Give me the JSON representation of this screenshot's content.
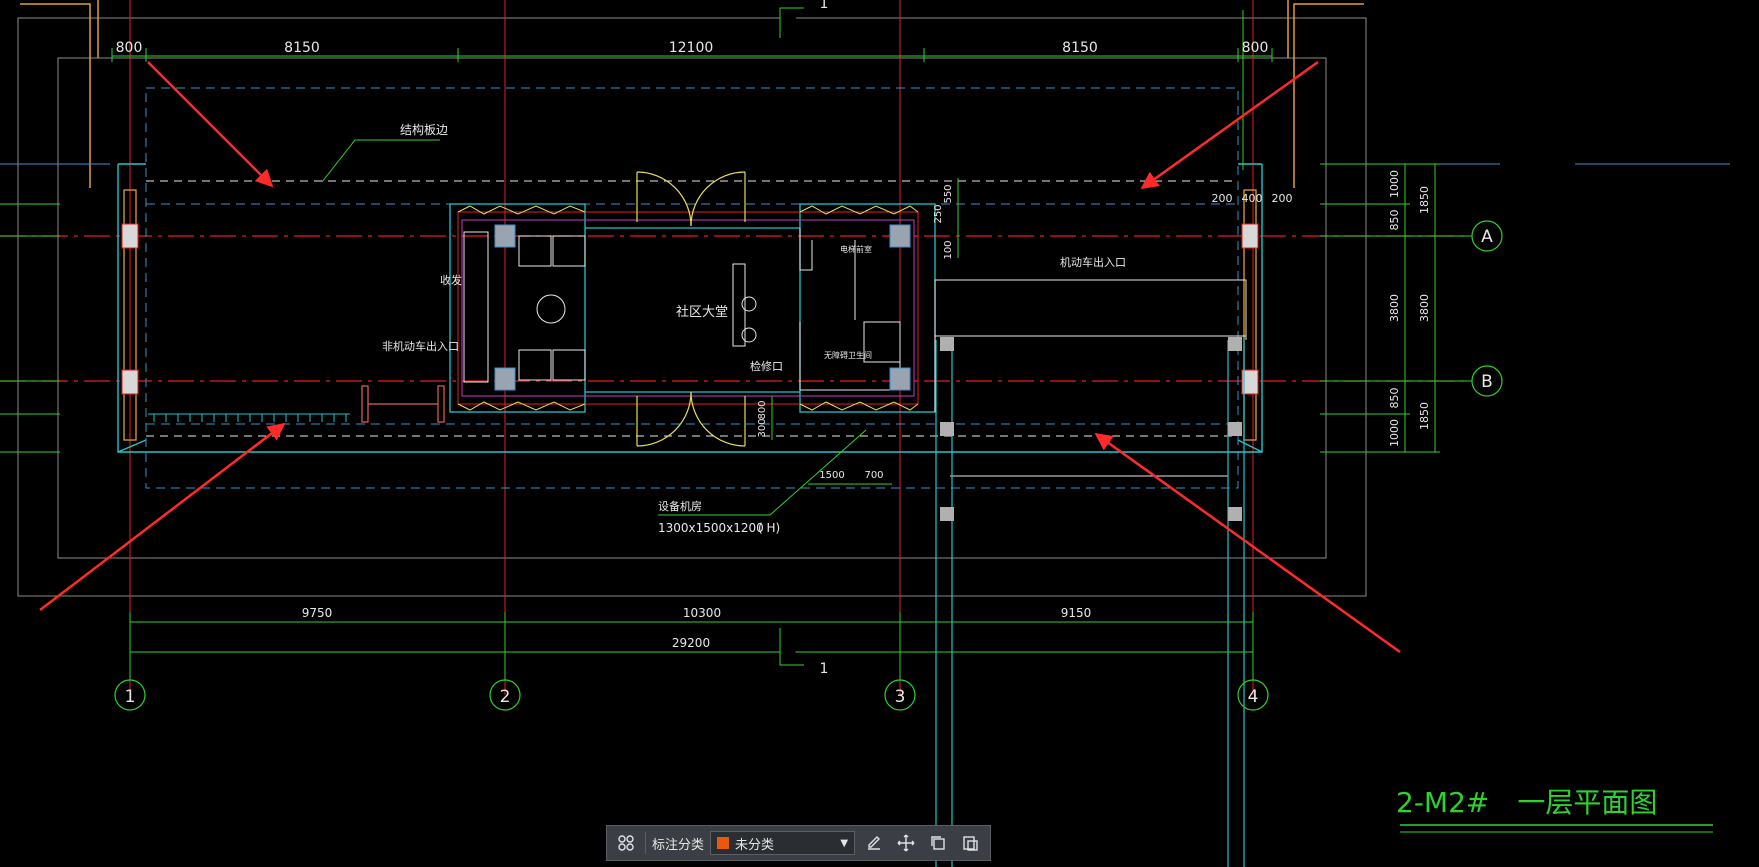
{
  "drawing": {
    "title": "2-M2#　一层平面图",
    "top_dims": [
      "800",
      "8150",
      "12100",
      "8150",
      "800"
    ],
    "bottom_dims": [
      "9750",
      "10300",
      "9150"
    ],
    "total_dim": "29200",
    "marker_top": "1",
    "marker_bottom": "1",
    "right_dims_outer": [
      "1000",
      "850",
      "3800",
      "850",
      "1000"
    ],
    "right_dims_inner": [
      "1850",
      "3800",
      "1850"
    ],
    "top_right_dims": [
      "200",
      "400",
      "200"
    ],
    "grid_cols": [
      "1",
      "2",
      "3",
      "4"
    ],
    "grid_rows": [
      "A",
      "B"
    ],
    "labels": {
      "structure_edge": "结构板边",
      "community_hall": "社区大堂",
      "reception": "收发",
      "non_motor_entry": "非机动车出入口",
      "motor_entry": "机动车出入口",
      "maintenance": "检修口",
      "equipment_room": "设备机房",
      "equipment_size": "1300x1500x1200",
      "equipment_h": "( H)",
      "small_room": "电梯前室",
      "toilet": "无障碍卫生间"
    },
    "small_dims": {
      "d550": "550",
      "d100": "100",
      "d250": "250",
      "d300": "300",
      "d800": "800",
      "d1500": "1500",
      "d700": "700"
    }
  },
  "toolbar": {
    "category_label": "标注分类",
    "category_value": "未分类",
    "swatch_color": "#e8590c"
  },
  "colors": {
    "green": "#2fd12f",
    "red": "#e61e1e",
    "cyan": "#22c4cc",
    "dashed_blue": "#3a8fd0",
    "yellow": "#e8dc5a",
    "orange": "#e0a030",
    "white": "#e8e8e8",
    "magenta": "#c040c0",
    "arrow": "#ff2a2a"
  }
}
